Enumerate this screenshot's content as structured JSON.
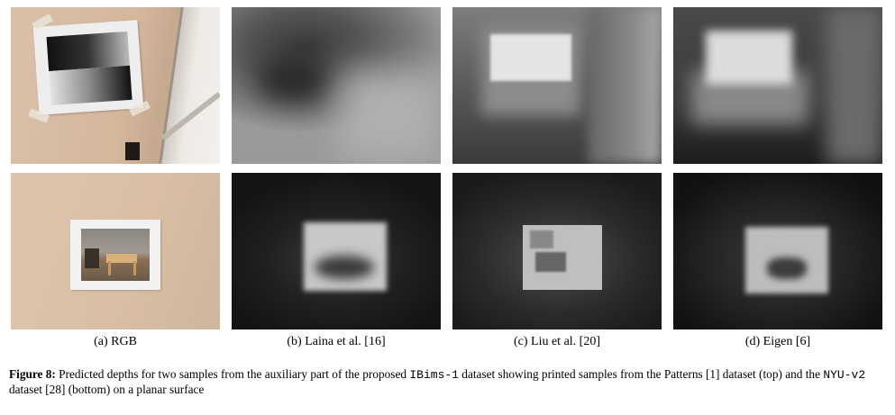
{
  "panels": {
    "columns": [
      {
        "label": "(a)",
        "name": "RGB"
      },
      {
        "label": "(b)",
        "name": "Laina et al. [16]"
      },
      {
        "label": "(c)",
        "name": "Liu et al. [20]"
      },
      {
        "label": "(d)",
        "name": "Eigen [6]"
      }
    ]
  },
  "figure_caption": {
    "label": "Figure 8:",
    "text_1": " Predicted depths for two samples from the auxiliary part of the proposed ",
    "code_1": "IBims-1",
    "text_2": " dataset showing printed samples from the Patterns [1] dataset (top) and the ",
    "code_2": "NYU-v2",
    "text_3": " dataset [28] (bottom) on a planar surface"
  }
}
